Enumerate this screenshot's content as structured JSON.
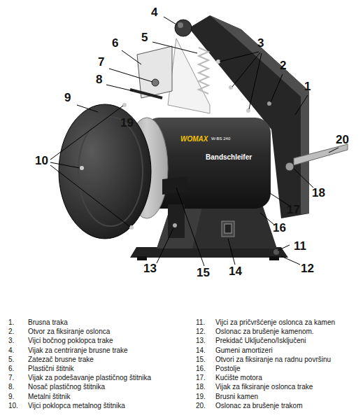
{
  "diagram": {
    "labels": [
      "4",
      "5",
      "6",
      "7",
      "8",
      "3",
      "2",
      "1",
      "9",
      "19",
      "20",
      "10",
      "18",
      "17",
      "16",
      "11",
      "12",
      "13",
      "15",
      "14",
      "WOMAX",
      "W-BS 240",
      "Bandschleifer",
      "1.",
      "Brusna traka",
      "2.",
      "Otvor za fiksiranje oslonca",
      "3.",
      "Vijci bočnog poklopca trake",
      "4.",
      "Vijak za centriranje brusne trake",
      "5.",
      "Zatezač brusne trake",
      "6.",
      "Plastični štitnik",
      "7.",
      "Vijak za podešavanje plastičnog štitnika",
      "8.",
      "Nosač plastičnog štitnika",
      "9.",
      "Metalni štitnik",
      "10.",
      "Vijci poklopca metalnog štitnika",
      "11.",
      "Vijci za pričvršćenje oslonca za kamen",
      "12.",
      "Oslonac za brušenje kamenom.",
      "13.",
      "Prekidač Uključeno/Isključeni",
      "14.",
      "Gumeni amortizeri",
      "15.",
      "Otvori za fiksiranje na radnu površinu",
      "16.",
      "Postolje",
      "17.",
      "Kućište motora",
      "18.",
      "Vijak za fiksiranje oslonca trake",
      "19.",
      "Brusni kamen",
      "20.",
      "Oslonac za brušenje trakom"
    ]
  }
}
